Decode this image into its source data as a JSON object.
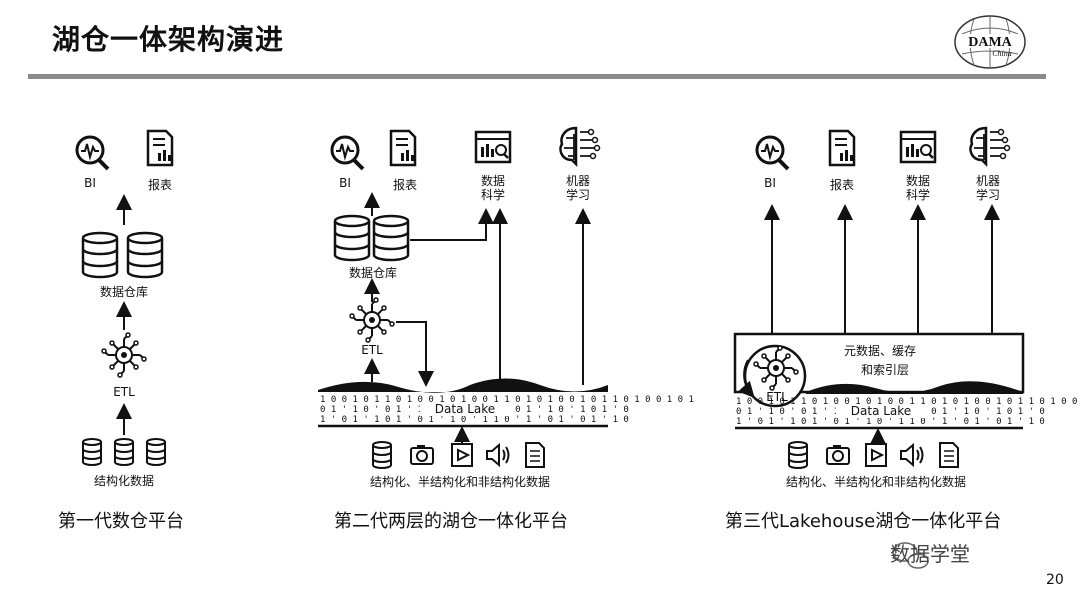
{
  "header": {
    "title": "湖仓一体架构演进"
  },
  "logo": {
    "text": "DAMA",
    "sub": "China"
  },
  "gen1": {
    "bi": "BI",
    "report": "报表",
    "dw": "数据仓库",
    "etl": "ETL",
    "sources": "结构化数据",
    "caption": "第一代数仓平台"
  },
  "gen2": {
    "bi": "BI",
    "report": "报表",
    "ds1": "数据",
    "ds2": "科学",
    "ml1": "机器",
    "ml2": "学习",
    "dw": "数据仓库",
    "etl": "ETL",
    "lake": "Data Lake",
    "sources": "结构化、半结构化和非结构化数据",
    "caption": "第二代两层的湖仓一体化平台"
  },
  "gen3": {
    "bi": "BI",
    "report": "报表",
    "ds1": "数据",
    "ds2": "科学",
    "ml1": "机器",
    "ml2": "学习",
    "meta1": "元数据、缓存",
    "meta2": "和索引层",
    "etl": "ETL",
    "lake": "Data Lake",
    "sources": "结构化、半结构化和非结构化数据",
    "caption": "第三代Lakehouse湖仓一体化平台"
  },
  "watermark": "数据学堂",
  "page_number": "20"
}
